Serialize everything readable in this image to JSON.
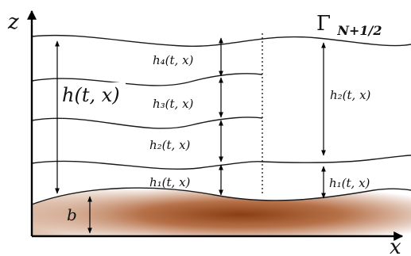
{
  "axes": {
    "z_label": "z",
    "x_label": "x"
  },
  "labels": {
    "gamma": "Γ",
    "gamma_sub": "N+1/2",
    "h_total": "h(t, x)",
    "b": "b",
    "h4": "h₄(t, x)",
    "h3": "h₃(t, x)",
    "h2_left": "h₂(t, x)",
    "h1_left": "h₁(t, x)",
    "h2_right": "h₂(t, x)",
    "h1_right": "h₁(t, x)"
  },
  "colors": {
    "sediment_dark": "#7a3a14",
    "sediment_mid": "#a35a2c",
    "sediment_light": "#ffffff",
    "line": "#1a1a1a"
  }
}
